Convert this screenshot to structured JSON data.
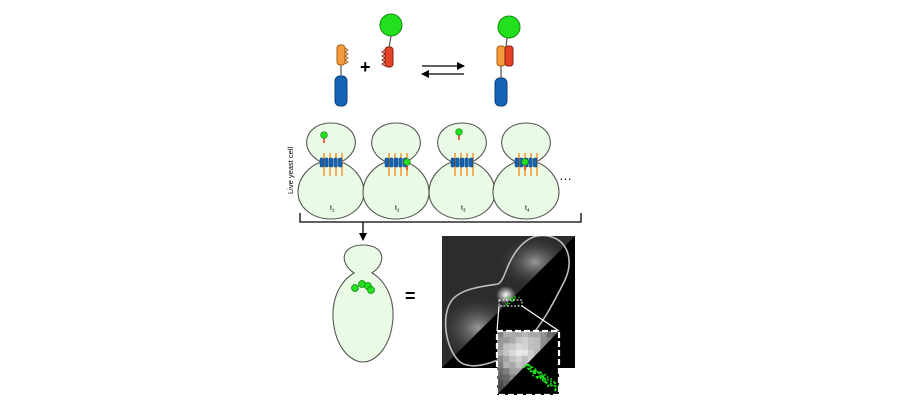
{
  "panel_a": {
    "plus_symbol": "+"
  },
  "panel_b": {
    "side_label": "Live yeast cell",
    "ellipsis": "…",
    "timepoints": [
      {
        "base": "t",
        "sub": "1"
      },
      {
        "base": "t",
        "sub": "2"
      },
      {
        "base": "t",
        "sub": "3"
      },
      {
        "base": "t",
        "sub": "4"
      }
    ]
  },
  "panel_c": {
    "equals_symbol": "="
  },
  "colors": {
    "fluorophore_green": "#22e01e",
    "receptor_blue": "#1463b4",
    "tag_orange": "#f39a3b",
    "partner_red": "#e4432a",
    "cell_fill": "#eafbe5"
  }
}
